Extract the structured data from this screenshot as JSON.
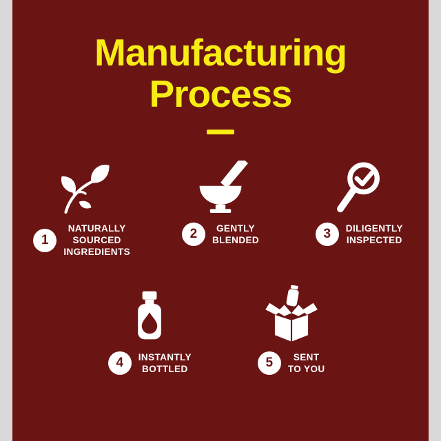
{
  "colors": {
    "bg": "#6B1414",
    "accent": "#F7EC13",
    "text": "#FFFFFF",
    "gutter": "#D9D9D9"
  },
  "title": "Manufacturing\nProcess",
  "steps": [
    {
      "number": "1",
      "label": "NATURALLY\nSOURCED\nINGREDIENTS",
      "icon": "leaf-icon"
    },
    {
      "number": "2",
      "label": "GENTLY\nBLENDED",
      "icon": "mixing-bowl-icon"
    },
    {
      "number": "3",
      "label": "DILIGENTLY\nINSPECTED",
      "icon": "magnifier-check-icon"
    },
    {
      "number": "4",
      "label": "INSTANTLY\nBOTTLED",
      "icon": "bottle-icon"
    },
    {
      "number": "5",
      "label": "SENT\nTO YOU",
      "icon": "shipping-box-icon"
    }
  ]
}
